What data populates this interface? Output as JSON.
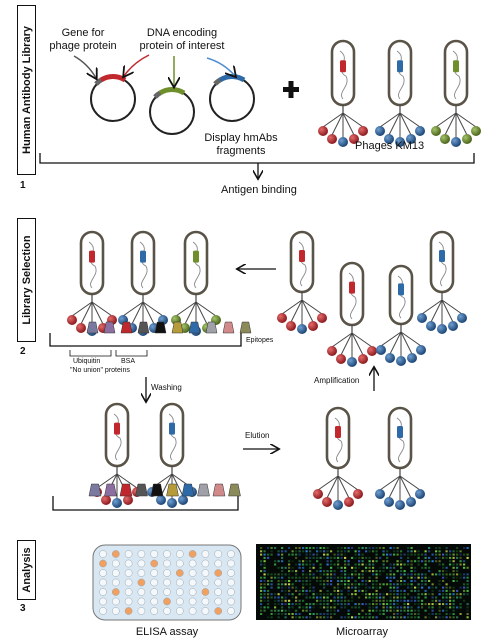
{
  "sections": [
    {
      "title": "Human Antibody Library",
      "number": "1"
    },
    {
      "title": "Library Selection",
      "number": "2"
    },
    {
      "title": "Analysis",
      "number": "3"
    }
  ],
  "labels": {
    "gene_phage": "Gene for\nphage protein",
    "dna_encoding": "DNA encoding\nprotein of interest",
    "display": "Display hmAbs\nfragments",
    "phages": "Phages KM13",
    "antigen": "Antigen binding",
    "epitopes": "Epitopes",
    "ubiquitin": "Ubiquitin",
    "bsa": "BSA",
    "no_union": "\"No union\" proteins",
    "washing": "Washing",
    "elution": "Elution",
    "amplification": "Amplification",
    "elisa": "ELISA assay",
    "microarray": "Microarray"
  },
  "colors": {
    "red": "#c0282d",
    "blue": "#2f6aa8",
    "green": "#6f8f2c",
    "phage_outline": "#5a5448",
    "elisa_well": "#f0a060",
    "elisa_plate": "#d8e7f2"
  }
}
